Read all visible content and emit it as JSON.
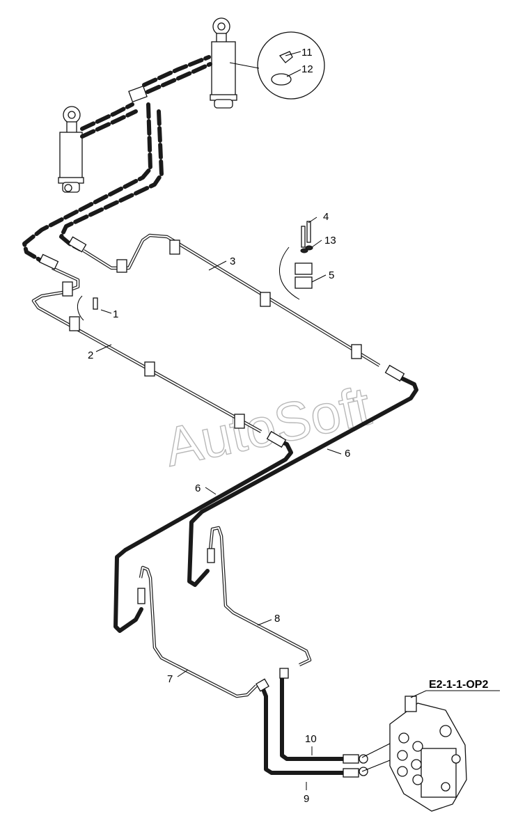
{
  "watermark": "AutoSoft",
  "reference": "E2-1-1-OP2",
  "callouts": {
    "c1": "1",
    "c2": "2",
    "c3": "3",
    "c4": "4",
    "c5": "5",
    "c6a": "6",
    "c6b": "6",
    "c7": "7",
    "c8": "8",
    "c9": "9",
    "c10": "10",
    "c11": "11",
    "c12": "12",
    "c13": "13"
  }
}
